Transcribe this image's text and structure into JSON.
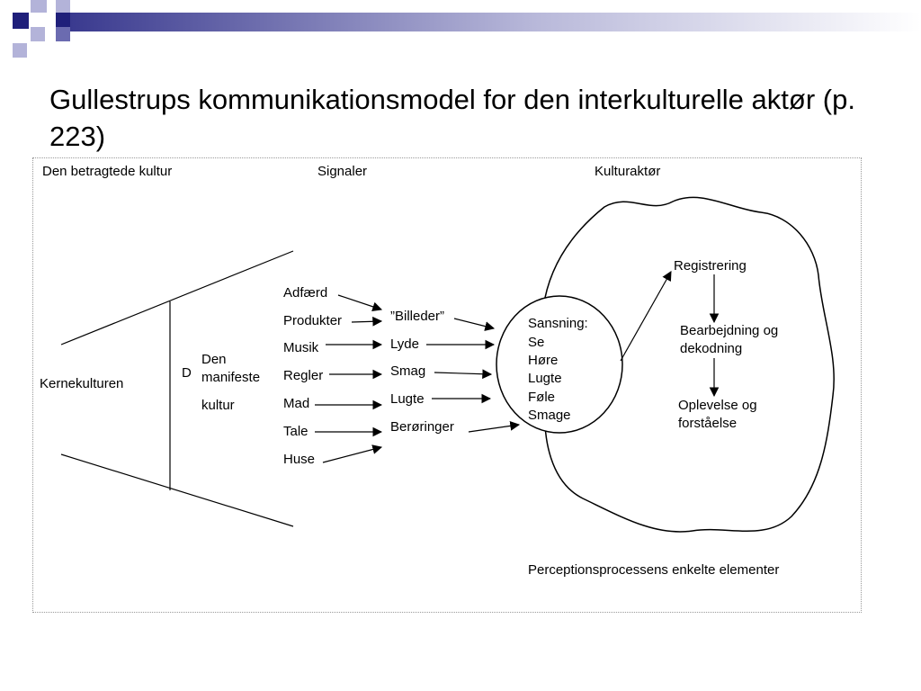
{
  "slide": {
    "title": "Gullestrups kommunikationsmodel for den interkulturelle aktør (p. 223)"
  },
  "diagram": {
    "headers": {
      "left": "Den betragtede kultur",
      "middle": "Signaler",
      "right": "Kulturaktør"
    },
    "core_culture": "Kernekulturen",
    "d_marker": "D",
    "manifest_culture": {
      "line1": "Den",
      "line2": "manifeste",
      "line3": "kultur"
    },
    "signals": [
      "Adfærd",
      "Produkter",
      "Musik",
      "Regler",
      "Mad",
      "Tale",
      "Huse"
    ],
    "perceptions": [
      "”Billeder”",
      "Lyde",
      "Smag",
      "Lugte",
      "Berøringer"
    ],
    "senses": [
      "Sansning:",
      "Se",
      "Høre",
      "Lugte",
      "Føle",
      "Smage"
    ],
    "processing": {
      "registration": "Registrering",
      "decoding": "Bearbejdning og dekodning",
      "experience": "Oplevelse og forståelse"
    },
    "caption": "Perceptionsprocessens enkelte elementer"
  },
  "colors": {
    "deco_dark": "#1f1f7a",
    "deco_mid": "#6b6bb0",
    "deco_light": "#b3b3d9"
  }
}
